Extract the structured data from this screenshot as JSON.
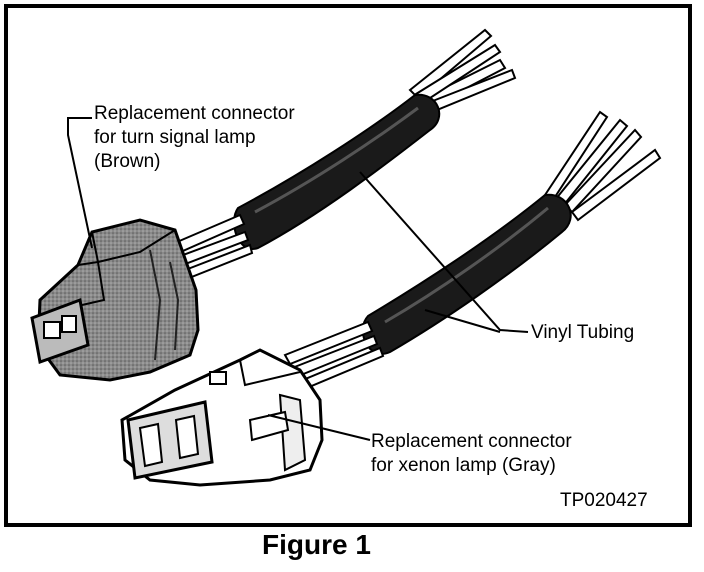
{
  "labels": {
    "turn_signal_line1": "Replacement connector",
    "turn_signal_line2": "for turn signal lamp",
    "turn_signal_line3": "(Brown)",
    "vinyl": "Vinyl Tubing",
    "xenon_line1": "Replacement connector",
    "xenon_line2": "for xenon lamp (Gray)"
  },
  "image_id": "TP020427",
  "caption": "Figure 1"
}
